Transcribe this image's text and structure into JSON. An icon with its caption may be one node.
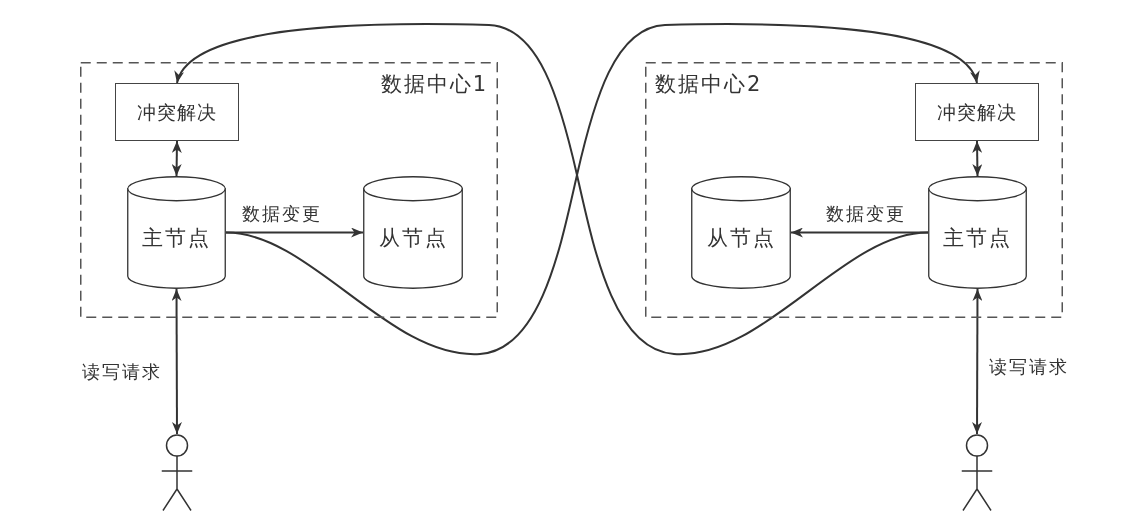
{
  "diagram": {
    "nodes": [
      {
        "text": [
          "数据中心1"
        ]
      },
      {
        "text": [
          "冲突解决"
        ],
        "in": 0
      },
      {
        "text": [
          "主节点"
        ],
        "in": 0
      },
      {
        "text": [
          "从节点"
        ],
        "in": 0
      },
      {
        "text": [
          "数据中心2"
        ]
      },
      {
        "text": [
          "冲突解决"
        ],
        "in": 4
      },
      {
        "text": [
          "从节点"
        ],
        "in": 4
      },
      {
        "text": [
          "主节点"
        ],
        "in": 4
      },
      {
        "text": [],
        "shape": "person"
      },
      {
        "text": [],
        "shape": "person"
      }
    ],
    "edges": [
      {
        "from": 1,
        "to": 2,
        "arrow": "both"
      },
      {
        "from": 2,
        "to": 3,
        "arrow": "to",
        "label": "数据变更"
      },
      {
        "from": 2,
        "to": 5,
        "arrow": "to"
      },
      {
        "from": 7,
        "to": 1,
        "arrow": "to"
      },
      {
        "from": 5,
        "to": 7,
        "arrow": "both"
      },
      {
        "from": 7,
        "to": 6,
        "arrow": "to",
        "label": "数据变更"
      },
      {
        "from": 2,
        "to": 8,
        "arrow": "both",
        "label": "读写请求"
      },
      {
        "from": 7,
        "to": 9,
        "arrow": "both",
        "label": "读写请求"
      }
    ]
  }
}
